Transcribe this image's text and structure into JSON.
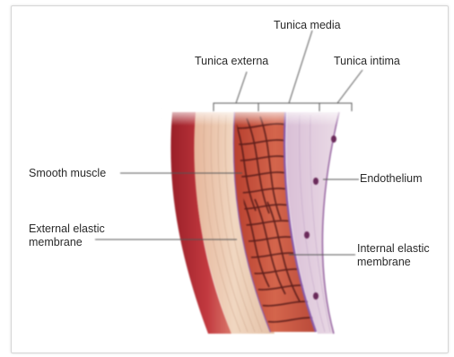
{
  "labels": {
    "tunica_media": "Tunica media",
    "tunica_externa": "Tunica externa",
    "tunica_intima": "Tunica intima",
    "smooth_muscle": "Smooth muscle",
    "endothelium": "Endothelium",
    "external_elastic_membrane": "External elastic\nmembrane",
    "internal_elastic_membrane": "Internal elastic\nmembrane"
  },
  "colors": {
    "label_text": "#2a2a2a",
    "leader_line": "#555555",
    "outer_red": "#b8333a",
    "adventitia": "#e8c9b0",
    "muscle": "#c9523f",
    "muscle_stripe": "#5a1a1a",
    "elastic_membrane": "#8a5aa8",
    "intima": "#d8c0d6",
    "endothelial_nuclei": "#6a2a5a"
  }
}
